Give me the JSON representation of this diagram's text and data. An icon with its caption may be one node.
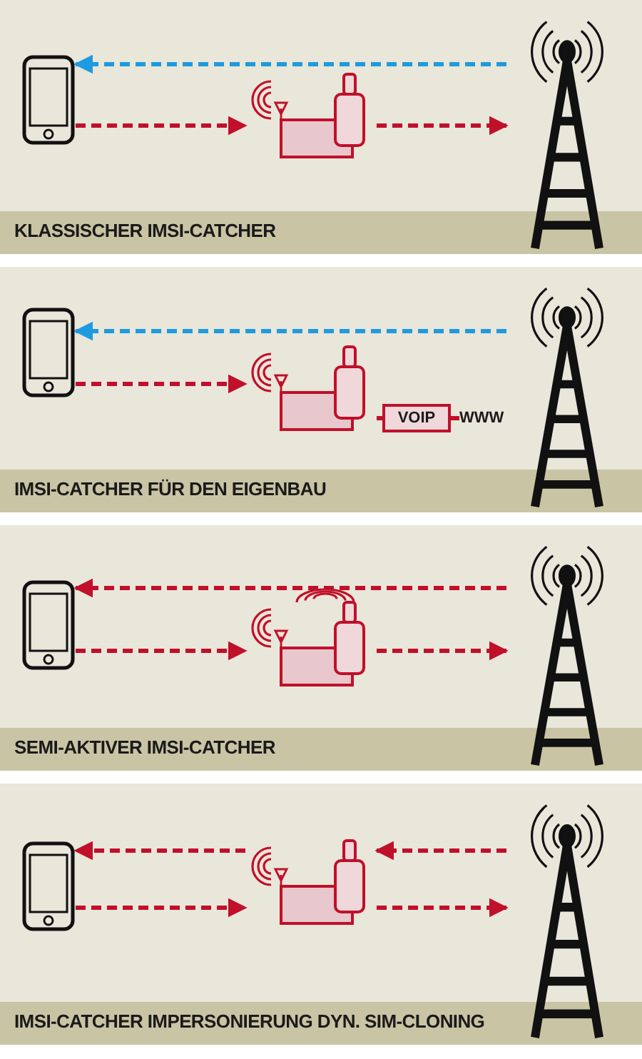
{
  "diagram": {
    "nodes": [
      {
        "text": [
          "KLASSISCHER IMSI-CATCHER"
        ]
      },
      {
        "text": [],
        "shape": "phone",
        "in": 0
      },
      {
        "text": [],
        "shape": "device",
        "in": 0
      },
      {
        "text": [],
        "shape": "tower",
        "in": 0
      },
      {
        "text": [
          "IMSI-CATCHER FÜR DEN EIGENBAU"
        ]
      },
      {
        "text": [],
        "shape": "phone",
        "in": 4
      },
      {
        "text": [],
        "shape": "device",
        "in": 4
      },
      {
        "text": [
          "VOIP"
        ],
        "in": 4
      },
      {
        "text": [
          "WWW"
        ],
        "in": 4
      },
      {
        "text": [],
        "shape": "tower",
        "in": 4
      },
      {
        "text": [
          "SEMI-AKTIVER IMSI-CATCHER"
        ]
      },
      {
        "text": [],
        "shape": "phone",
        "in": 10
      },
      {
        "text": [],
        "shape": "device",
        "in": 10
      },
      {
        "text": [],
        "shape": "tower",
        "in": 10
      },
      {
        "text": [
          "IMSI-CATCHER IMPERSONIERUNG DYN. SIM-CLONING"
        ]
      },
      {
        "text": [],
        "shape": "phone",
        "in": 14
      },
      {
        "text": [],
        "shape": "device",
        "in": 14
      },
      {
        "text": [],
        "shape": "tower",
        "in": 14
      }
    ],
    "edges": [
      {
        "from": 3,
        "to": 1,
        "arrow": "to",
        "style": "dashed",
        "color": "#1e9be0"
      },
      {
        "from": 1,
        "to": 2,
        "arrow": "to",
        "style": "dashed"
      },
      {
        "from": 2,
        "to": 3,
        "arrow": "to",
        "style": "dashed"
      },
      {
        "from": 9,
        "to": 5,
        "arrow": "to",
        "style": "dashed",
        "color": "#1e9be0"
      },
      {
        "from": 5,
        "to": 6,
        "arrow": "to",
        "style": "dashed"
      },
      {
        "from": 6,
        "to": 7,
        "arrow": "none"
      },
      {
        "from": 7,
        "to": 8,
        "arrow": "none"
      },
      {
        "from": 13,
        "to": 11,
        "arrow": "to",
        "style": "dashed"
      },
      {
        "from": 11,
        "to": 12,
        "arrow": "to",
        "style": "dashed"
      },
      {
        "from": 12,
        "to": 13,
        "arrow": "to",
        "style": "dashed"
      },
      {
        "from": 16,
        "to": 15,
        "arrow": "to",
        "style": "dashed"
      },
      {
        "from": 17,
        "to": 16,
        "arrow": "to",
        "style": "dashed"
      },
      {
        "from": 15,
        "to": 16,
        "arrow": "to",
        "style": "dashed"
      },
      {
        "from": 16,
        "to": 17,
        "arrow": "to",
        "style": "dashed"
      }
    ]
  }
}
